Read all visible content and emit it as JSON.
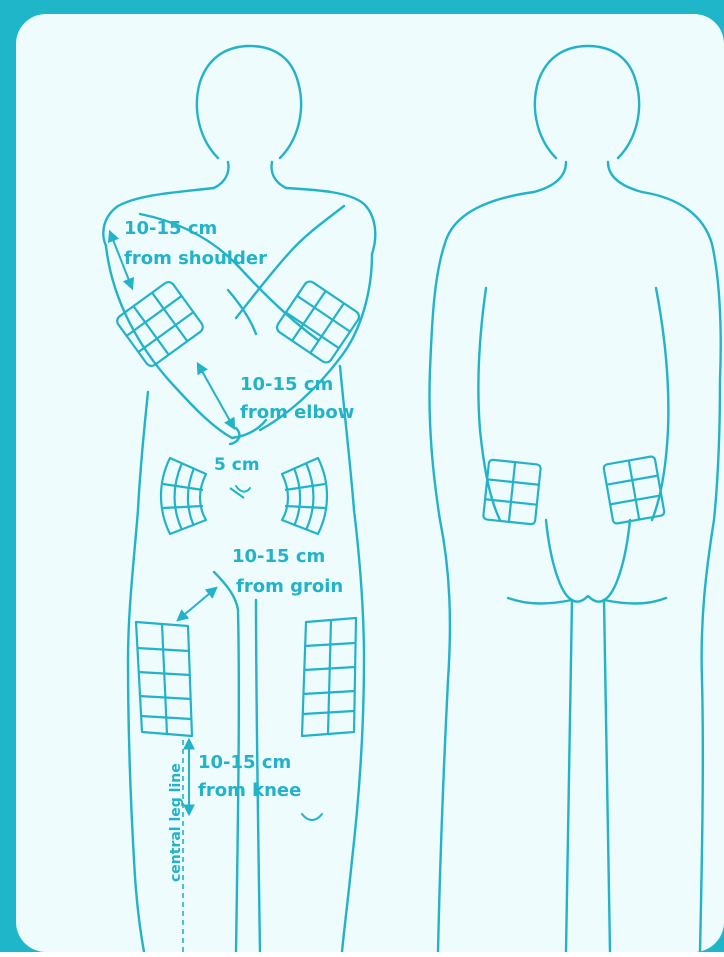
{
  "colors": {
    "accent": "#22b3c8",
    "panel_background": "#eefcfd",
    "frame": "#22b3c8"
  },
  "labels": {
    "shoulder": {
      "line1": "10-15 cm",
      "line2": "from shoulder"
    },
    "elbow": {
      "line1": "10-15 cm",
      "line2": "from elbow"
    },
    "navel": {
      "line1": "5 cm"
    },
    "groin": {
      "line1": "10-15 cm",
      "line2": "from groin"
    },
    "knee": {
      "line1": "10-15 cm",
      "line2": "from knee"
    },
    "central_leg_line": "central leg line"
  },
  "figures": {
    "front": {
      "injection_zones": [
        "upper-arm-left",
        "upper-arm-right",
        "abdomen-left",
        "abdomen-right",
        "thigh-left",
        "thigh-right"
      ]
    },
    "back": {
      "injection_zones": [
        "buttock-left",
        "buttock-right"
      ]
    }
  }
}
